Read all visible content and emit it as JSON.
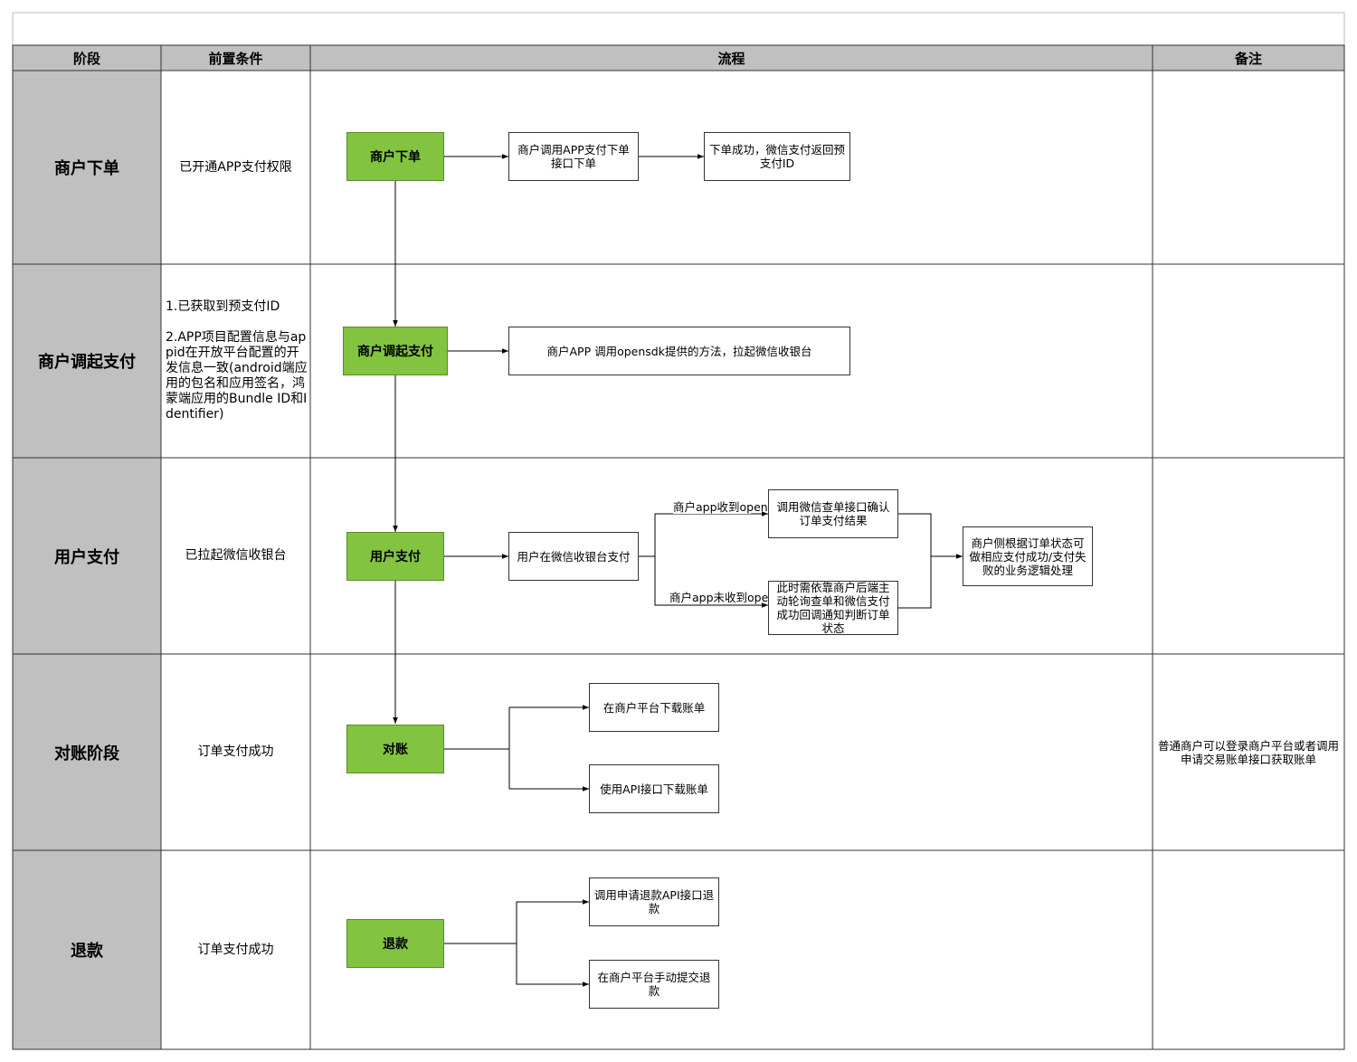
{
  "header": {
    "stage": "阶段",
    "precondition": "前置条件",
    "flow": "流程",
    "remark": "备注"
  },
  "rows": [
    {
      "stage": "商户下单",
      "precondition": "已开通APP支付权限",
      "remark": ""
    },
    {
      "stage": "商户调起支付",
      "precondition_line1": "1.已获取到预支付ID",
      "precondition_line2": "2.APP项目配置信息与appid在开放平台配置的开发信息一致(android端应用的包名和应用签名，鸿蒙端应用的Bundle ID和Identifier)",
      "remark": ""
    },
    {
      "stage": "用户支付",
      "precondition": "已拉起微信收银台",
      "remark": ""
    },
    {
      "stage": "对账阶段",
      "precondition": "订单支付成功",
      "remark": "普通商户可以登录商户平台或者调用申请交易账单接口获取账单"
    },
    {
      "stage": "退款",
      "precondition": "订单支付成功",
      "remark": ""
    }
  ],
  "flow": {
    "order": {
      "main": "商户下单",
      "step1": "商户调用APP支付下单接口下单",
      "step2": "下单成功，微信支付返回预支付ID"
    },
    "invoke": {
      "main": "商户调起支付",
      "step1": "商户APP 调用opensdk提供的方法，拉起微信收银台"
    },
    "pay": {
      "main": "用户支付",
      "step1": "用户在微信收银台支付",
      "label_received": "商户app收到opensdk回调",
      "label_not_received": "商户app未收到opensdk回调",
      "query": "调用微信查单接口确认订单支付结果",
      "poll": "此时需依靠商户后端主动轮询查单和微信支付成功回调通知判断订单状态",
      "result": "商户侧根据订单状态可做相应支付成功/支付失败的业务逻辑处理"
    },
    "reconcile": {
      "main": "对账",
      "opt1": "在商户平台下载账单",
      "opt2": "使用API接口下载账单"
    },
    "refund": {
      "main": "退款",
      "opt1": "调用申请退款API接口退款",
      "opt2": "在商户平台手动提交退款"
    }
  },
  "colors": {
    "stage_bg": "#c0c0c0",
    "header_bg": "#c0c0c0",
    "main_box": "#82c440",
    "line": "#000000"
  }
}
